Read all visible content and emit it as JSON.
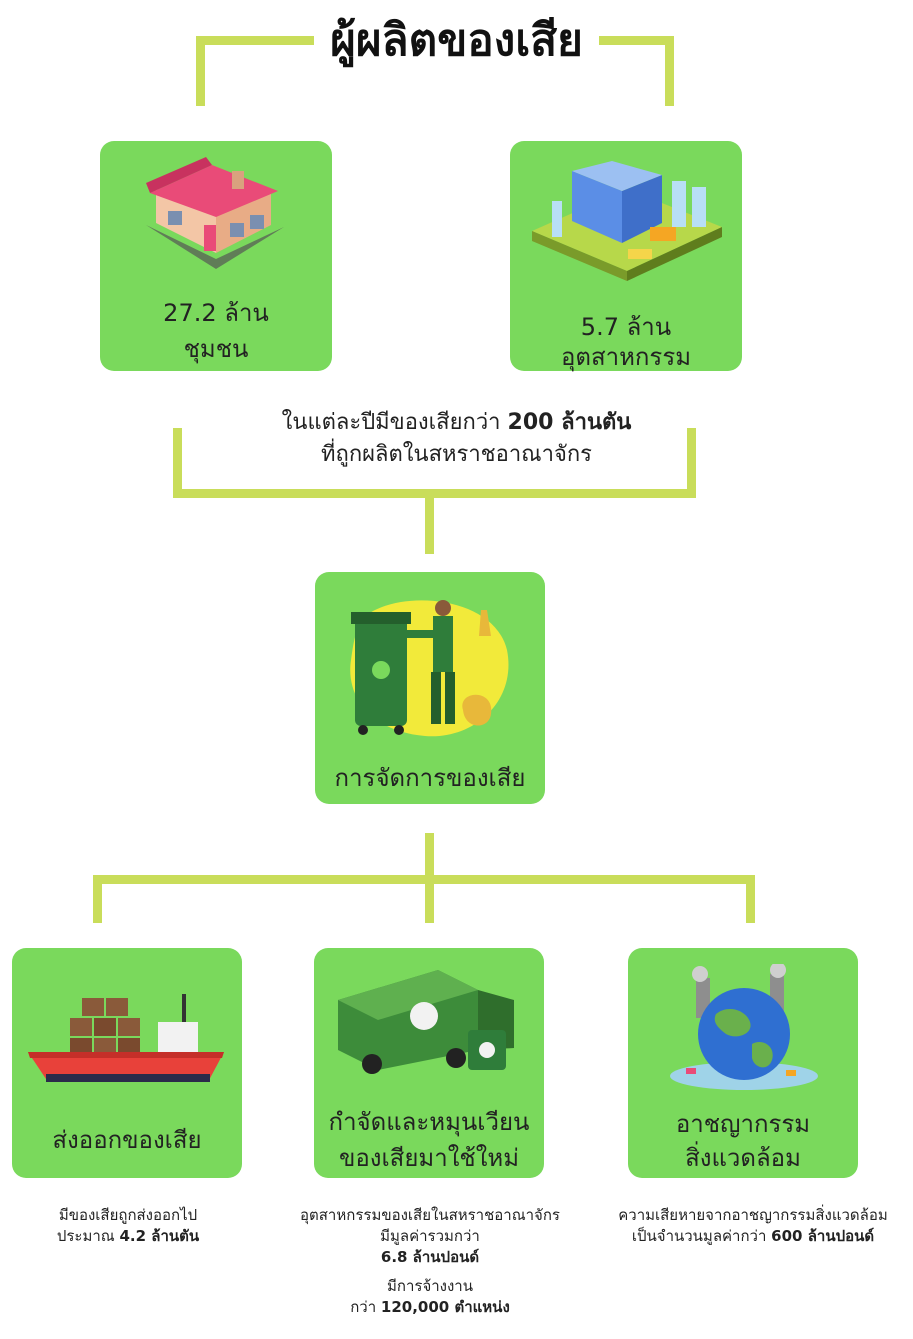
{
  "title": "ผู้ผลิตของเสีย",
  "producers": {
    "community": {
      "line1": "27.2 ล้าน",
      "line2": "ชุมชน"
    },
    "industry": {
      "line1": "5.7 ล้าน",
      "line2": "อุตสาหกรรม"
    }
  },
  "summary": {
    "line1_pre": "ในแต่ละปีมีของเสียกว่า ",
    "line1_bold": "200 ล้านตัน",
    "line2": "ที่ถูกผลิตในสหราชอาณาจักร"
  },
  "management": {
    "label": "การจัดการของเสีย"
  },
  "outcomes": {
    "export": {
      "label": "ส่งออกของเสีย",
      "note_line1": "มีของเสียถูกส่งออกไป",
      "note_line2_pre": "ประมาณ ",
      "note_line2_bold": "4.2 ล้านตัน"
    },
    "recycle": {
      "label_line1": "กำจัดและหมุนเวียน",
      "label_line2": "ของเสียมาใช้ใหม่",
      "note_line1": "อุตสาหกรรมของเสียในสหราชอาณาจักร",
      "note_line2": "มีมูลค่ารวมกว่า",
      "note_line3_bold": "6.8 ล้านปอนด์",
      "note_line4": "มีการจ้างงาน",
      "note_line5_pre": "กว่า ",
      "note_line5_bold": "120,000 ตำแหน่ง"
    },
    "crime": {
      "label_line1": "อาชญากรรม",
      "label_line2": "สิ่งแวดล้อม",
      "note_line1": "ความเสียหายจากอาชญากรรมสิ่งแวดล้อม",
      "note_line2_pre": "เป็นจำนวนมูลค่ากว่า ",
      "note_line2_bold": "600 ล้านปอนด์"
    }
  },
  "colors": {
    "card": "#7ad95c",
    "connector": "#c9dd5a"
  }
}
